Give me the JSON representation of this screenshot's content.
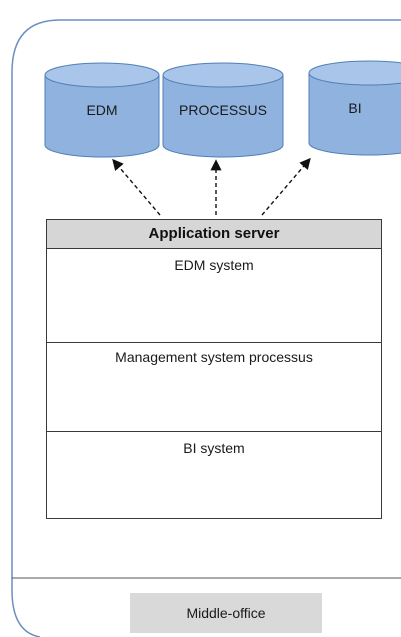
{
  "databases": [
    {
      "id": "edm",
      "label": "EDM"
    },
    {
      "id": "processus",
      "label": "PROCESSUS"
    },
    {
      "id": "bi",
      "label": "BI"
    }
  ],
  "server": {
    "title": "Application server",
    "sections": [
      {
        "label": "EDM system"
      },
      {
        "label": "Management system processus"
      },
      {
        "label": "BI system"
      }
    ]
  },
  "footer": {
    "label": "Middle-office"
  },
  "colors": {
    "cylinder_fill": "#8fb3de",
    "cylinder_top": "#a9c6ea",
    "cylinder_stroke": "#4f7fb8",
    "outer_border": "#6b8fbf",
    "header_fill": "#d6d6d6",
    "footer_fill": "#d9d9d9"
  }
}
